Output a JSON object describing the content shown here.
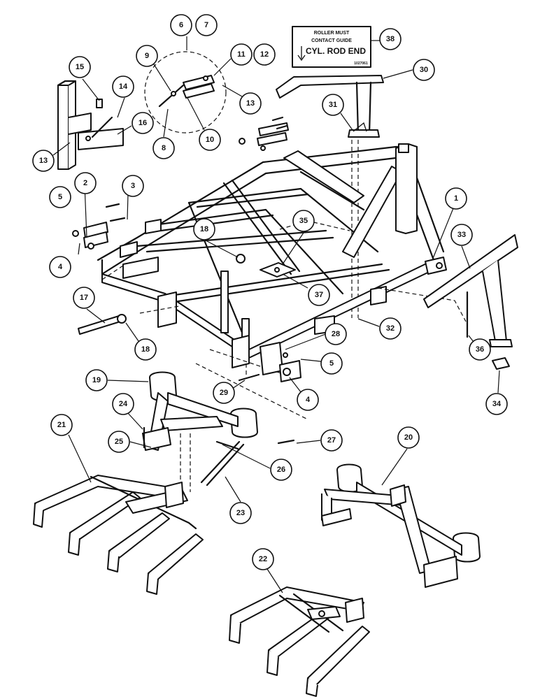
{
  "decal": {
    "line1": "ROLLER MUST",
    "line2": "CONTACT GUIDE",
    "line3": "CYL. ROD END",
    "code": "1027061"
  },
  "callouts": [
    {
      "id": "c1",
      "label": "1"
    },
    {
      "id": "c2",
      "label": "2"
    },
    {
      "id": "c3",
      "label": "3"
    },
    {
      "id": "c4a",
      "label": "4"
    },
    {
      "id": "c4b",
      "label": "4"
    },
    {
      "id": "c5a",
      "label": "5"
    },
    {
      "id": "c5b",
      "label": "5"
    },
    {
      "id": "c6",
      "label": "6"
    },
    {
      "id": "c7",
      "label": "7"
    },
    {
      "id": "c8",
      "label": "8"
    },
    {
      "id": "c9",
      "label": "9"
    },
    {
      "id": "c10",
      "label": "10"
    },
    {
      "id": "c11",
      "label": "11"
    },
    {
      "id": "c12",
      "label": "12"
    },
    {
      "id": "c13a",
      "label": "13"
    },
    {
      "id": "c13b",
      "label": "13"
    },
    {
      "id": "c14",
      "label": "14"
    },
    {
      "id": "c15",
      "label": "15"
    },
    {
      "id": "c16",
      "label": "16"
    },
    {
      "id": "c17",
      "label": "17"
    },
    {
      "id": "c18a",
      "label": "18"
    },
    {
      "id": "c18b",
      "label": "18"
    },
    {
      "id": "c19",
      "label": "19"
    },
    {
      "id": "c20",
      "label": "20"
    },
    {
      "id": "c21",
      "label": "21"
    },
    {
      "id": "c22",
      "label": "22"
    },
    {
      "id": "c23",
      "label": "23"
    },
    {
      "id": "c24",
      "label": "24"
    },
    {
      "id": "c25",
      "label": "25"
    },
    {
      "id": "c26",
      "label": "26"
    },
    {
      "id": "c27",
      "label": "27"
    },
    {
      "id": "c28",
      "label": "28"
    },
    {
      "id": "c29",
      "label": "29"
    },
    {
      "id": "c30",
      "label": "30"
    },
    {
      "id": "c31",
      "label": "31"
    },
    {
      "id": "c32",
      "label": "32"
    },
    {
      "id": "c33",
      "label": "33"
    },
    {
      "id": "c34",
      "label": "34"
    },
    {
      "id": "c35",
      "label": "35"
    },
    {
      "id": "c36",
      "label": "36"
    },
    {
      "id": "c37",
      "label": "37"
    },
    {
      "id": "c38",
      "label": "38"
    }
  ]
}
